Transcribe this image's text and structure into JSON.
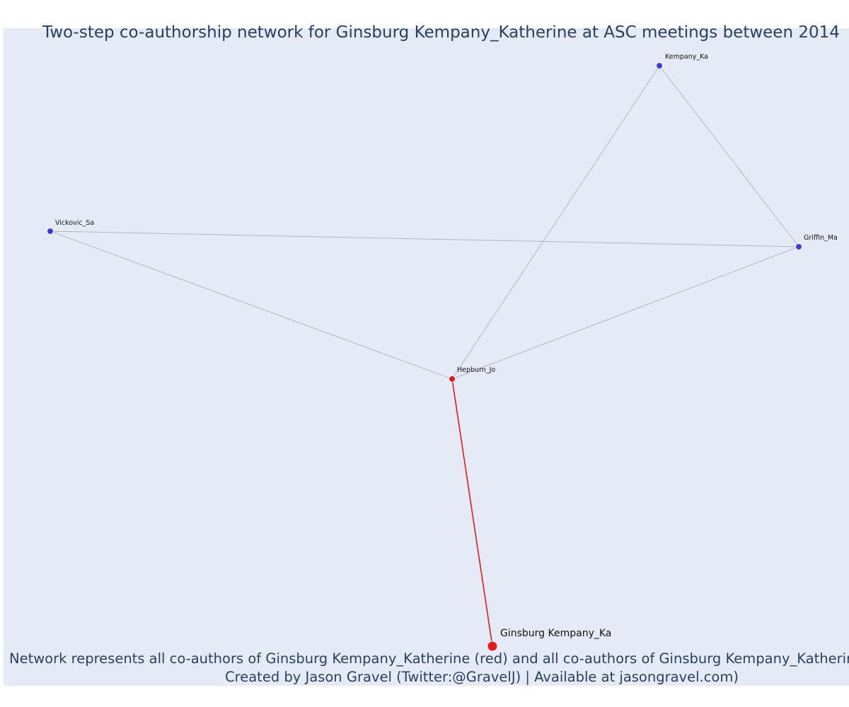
{
  "title": "Two-step co-authorship network for Ginsburg Kempany_Katherine at ASC meetings between 2014",
  "caption": {
    "line1": "Network represents all co-authors of Ginsburg Kempany_Katherine (red) and all co-authors of Ginsburg Kempany_Katherine's co",
    "line2": "Created by Jason Gravel (Twitter:@GravelJ) | Available at jasongravel.com)"
  },
  "colors": {
    "background": "#e5ebf6",
    "focal": "#e31a1c",
    "coauthor": "#3a3ae0",
    "edge": "#b4b4c4",
    "text": "#2a3f5f"
  },
  "nodes": [
    {
      "id": "kempany",
      "label": "Kempany_Ka",
      "role": "second-step"
    },
    {
      "id": "vickovic",
      "label": "Vickovic_Sa",
      "role": "second-step"
    },
    {
      "id": "griffin",
      "label": "Griffin_Ma",
      "role": "second-step"
    },
    {
      "id": "hepburn",
      "label": "Hepburn_Jo",
      "role": "direct-coauthor"
    },
    {
      "id": "ginsburg",
      "label": "Ginsburg Kempany_Ka",
      "role": "focal"
    }
  ],
  "edges": [
    {
      "source": "kempany",
      "target": "griffin",
      "focal": false
    },
    {
      "source": "kempany",
      "target": "hepburn",
      "focal": false
    },
    {
      "source": "vickovic",
      "target": "griffin",
      "focal": false
    },
    {
      "source": "vickovic",
      "target": "hepburn",
      "focal": false
    },
    {
      "source": "griffin",
      "target": "hepburn",
      "focal": false
    },
    {
      "source": "hepburn",
      "target": "ginsburg",
      "focal": true
    }
  ]
}
